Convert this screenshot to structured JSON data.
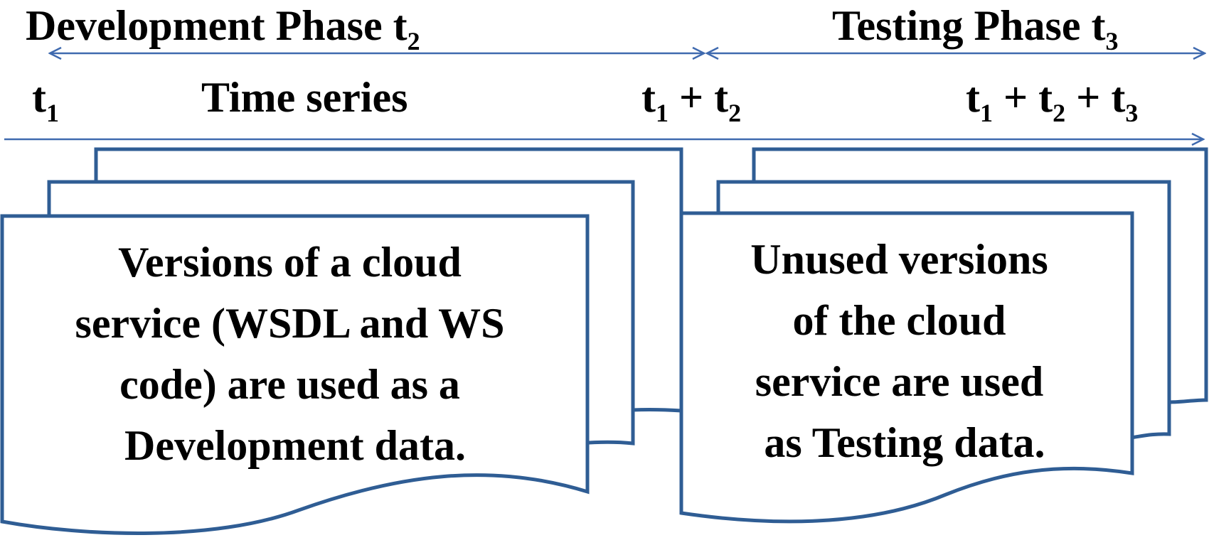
{
  "colors": {
    "line": "#3f6aaf",
    "doc_border": "#2f5d94",
    "text": "#000000"
  },
  "phases": {
    "development": {
      "label": "Development Phase t",
      "subscript": "2"
    },
    "testing": {
      "label": "Testing Phase t",
      "subscript": "3"
    }
  },
  "timeline": {
    "start": {
      "t": "t",
      "sub1": "1"
    },
    "title": "Time series",
    "mid": {
      "t_a": "t",
      "sub_a": "1",
      "op": " + t",
      "sub_b": "2"
    },
    "end": {
      "t_a": "t",
      "sub_a": "1",
      "op_1": " + t",
      "sub_b": "2",
      "op_2": " + t",
      "sub_c": "3"
    }
  },
  "documents": {
    "development": {
      "lines": [
        "Versions of a cloud",
        "service (WSDL and WS",
        "code) are used as a",
        "Development data."
      ]
    },
    "testing": {
      "lines": [
        "Unused versions",
        "of the cloud",
        "service are used",
        "as Testing data."
      ]
    }
  }
}
